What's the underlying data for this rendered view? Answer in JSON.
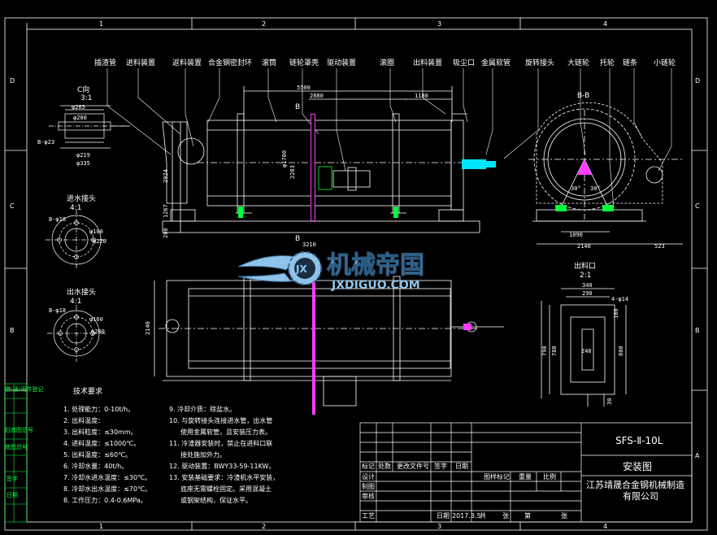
{
  "border": {
    "top_zones": [
      "1",
      "2",
      "3",
      "4"
    ],
    "side_zones": [
      "D",
      "C",
      "B",
      "A"
    ]
  },
  "callouts": [
    "插渣管",
    "进料装置",
    "返料装置",
    "合金钢密封环",
    "滚筒",
    "链轮罩壳",
    "驱动装置",
    "滚圈",
    "出料装置",
    "吸尘口",
    "金属软管",
    "旋转接头",
    "大链轮",
    "托轮",
    "链条",
    "小链轮"
  ],
  "views": {
    "c_view": {
      "title": "C向",
      "scale": "3:1"
    },
    "b_section": {
      "title": "B-B"
    },
    "inlet_flange": {
      "title": "进水接头",
      "scale": "4:1"
    },
    "outlet_flange": {
      "title": "出水接头",
      "scale": "4:1"
    },
    "outlet_port": {
      "title": "出料口",
      "scale": "2:1"
    }
  },
  "dimensions": {
    "c_view": [
      "φ265",
      "φ200",
      "φ219",
      "φ335",
      "B-φ23"
    ],
    "main": [
      "5500",
      "2880",
      "1180",
      "φ1700",
      "2283",
      "2924",
      "1267",
      "200",
      "3210"
    ],
    "b_section": [
      "1090",
      "2140",
      "523",
      "30°",
      "30°"
    ],
    "inlet": [
      "B-φ18",
      "φ100",
      "φ220"
    ],
    "outlet": [
      "B-φ18",
      "φ160",
      "φ200"
    ],
    "plan": [
      "2140"
    ],
    "port": [
      "340",
      "290",
      "4-φ14",
      "160",
      "240",
      "790",
      "780",
      "800",
      "30"
    ]
  },
  "tech_title": "技术要求",
  "tech_left": [
    "1. 处理能力：0-10t/h。",
    "2. 出料温度：",
    "3. 出料粒度：≤30mm。",
    "4. 进料温度：≤1000℃。",
    "5. 出料温度：≤60℃。",
    "6. 冷却水量：40t/h。",
    "7. 冷却水进水温度：≤30℃。",
    "8. 冷却水出水温度：≤70℃。",
    "8. 工作压力：0.4-0.6MPa。"
  ],
  "tech_right": [
    "9. 冷却介质：除盐水。",
    "10. 与旋转接头连接进水管，出水管",
    "使用金属软管，且安装压力表。",
    "11. 冷渣器安装时，禁止在进料口联",
    "接处施加外力。",
    "12. 驱动装置：BWY33-59-11KW。",
    "13. 安装基础要求：冷渣机水平安装，",
    "底座无需螺栓固定。采用混凝土",
    "或钢架结构，保证水平。"
  ],
  "left_tabs": [
    "借(通)用件登记",
    "旧底图总号",
    "底图总号",
    "签字",
    "日期"
  ],
  "title_block": {
    "drawing_no": "SFS-Ⅱ-10L",
    "drawing_name": "安装图",
    "company_line1": "江苏靖晟合金钢机械制造",
    "company_line2": "有限公司",
    "row_headers": [
      "标记",
      "处数",
      "更改文件号",
      "签字",
      "日期"
    ],
    "roles": [
      "设计",
      "制图",
      "审核",
      "工艺"
    ],
    "mid_headers": [
      "图样标记",
      "重量",
      "比例"
    ],
    "sheet_labels": [
      "共",
      "张",
      "第",
      "张"
    ],
    "date_label": "日期",
    "date": "2017.3.5"
  },
  "watermark": {
    "logo_text": "JX",
    "title": "机械帝国",
    "url": "JXDIGUO.COM"
  },
  "colors": {
    "background": "#000000",
    "line": "#ffffff",
    "accent_green": "#00ff3c",
    "accent_magenta": "#ff3cff",
    "accent_cyan": "#00e5ff",
    "watermark": "#8fc3ea"
  }
}
